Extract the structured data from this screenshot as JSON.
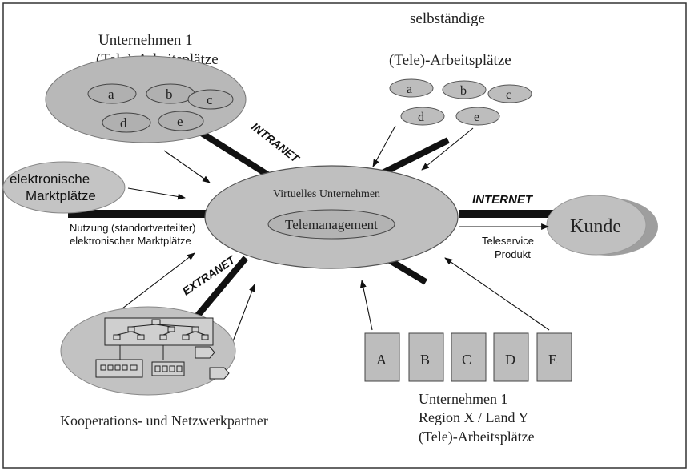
{
  "unternehmen_1_top": {
    "title_line1": "Unternehmen 1",
    "title_line2": "(Tele)-Arbeitsplätze",
    "workplaces": [
      "a",
      "b",
      "c",
      "d",
      "e"
    ]
  },
  "selbstaendige": {
    "title_line1": "selbständige",
    "title_line2": "(Tele)-Arbeitsplätze",
    "workplaces": [
      "a",
      "b",
      "c",
      "d",
      "e"
    ]
  },
  "marktplaetze": {
    "label_line1": "elektronische",
    "label_line2": "Marktplätze",
    "usage_line1": "Nutzung (standortverteilter)",
    "usage_line2": "elektronischer Marktplätze"
  },
  "center": {
    "virtual_label": "Virtuelles Unternehmen",
    "telemanagement": "Telemanagement"
  },
  "links": {
    "intranet": "INTRANET",
    "internet": "INTERNET",
    "extranet": "EXTRANET"
  },
  "kunde": {
    "label": "Kunde",
    "teleservice": "Teleservice",
    "produkt": "Produkt"
  },
  "region": {
    "boxes": [
      "A",
      "B",
      "C",
      "D",
      "E"
    ],
    "line1": "Unternehmen 1",
    "line2": "Region X / Land Y",
    "line3": "(Tele)-Arbeitsplätze"
  },
  "kooperation": {
    "label": "Kooperations- und Netzwerkpartner"
  }
}
